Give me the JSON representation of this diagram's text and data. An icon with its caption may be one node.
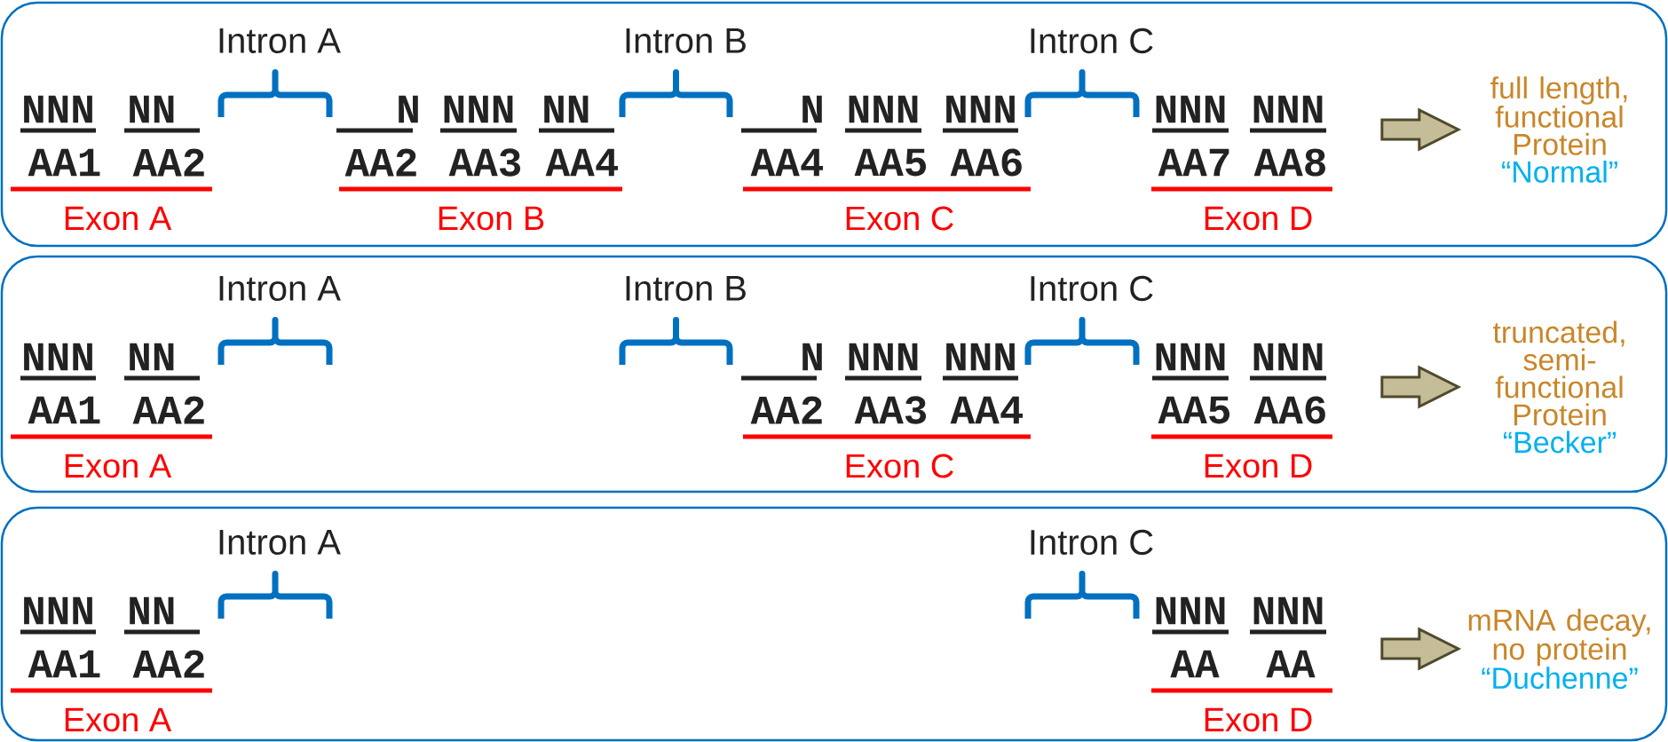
{
  "diagram": {
    "nodes": [
      {
        "text": [],
        "shape": "box"
      },
      {
        "text": [
          "full length, functional Protein",
          "“Normal”"
        ],
        "in": 0
      },
      {
        "text": [],
        "shape": "box"
      },
      {
        "text": [
          "truncated, semi-functional Protein",
          "“Becker”"
        ],
        "in": 2
      },
      {
        "text": [],
        "shape": "box"
      },
      {
        "text": [
          "mRNA decay, no protein",
          "“Duchenne”"
        ],
        "in": 4
      }
    ],
    "edges": [
      {
        "from": null,
        "to": 1,
        "arrow": "to"
      },
      {
        "from": null,
        "to": 3,
        "arrow": "to"
      },
      {
        "from": null,
        "to": 5,
        "arrow": "to"
      }
    ],
    "labels": [
      "Intron A",
      "Intron B",
      "Intron C",
      "NNN",
      "NN",
      "N",
      "NNN",
      "NN",
      "N",
      "NNN",
      "NNN",
      "NNN",
      "NNN",
      "AA1",
      "AA2",
      "AA2",
      "AA3",
      "AA4",
      "AA4",
      "AA5",
      "AA6",
      "AA7",
      "AA8",
      "Exon A",
      "Exon B",
      "Exon C",
      "Exon D",
      "Intron A",
      "Intron B",
      "Intron C",
      "NNN",
      "NN",
      "N",
      "NNN",
      "NNN",
      "NNN",
      "NNN",
      "AA1",
      "AA2",
      "AA2",
      "AA3",
      "AA4",
      "AA5",
      "AA6",
      "Exon A",
      "Exon C",
      "Exon D",
      "Intron A",
      "Intron C",
      "NNN",
      "NN",
      "NNN",
      "NNN",
      "AA1",
      "AA2",
      "AA",
      "AA",
      "Exon A",
      "Exon D"
    ]
  }
}
